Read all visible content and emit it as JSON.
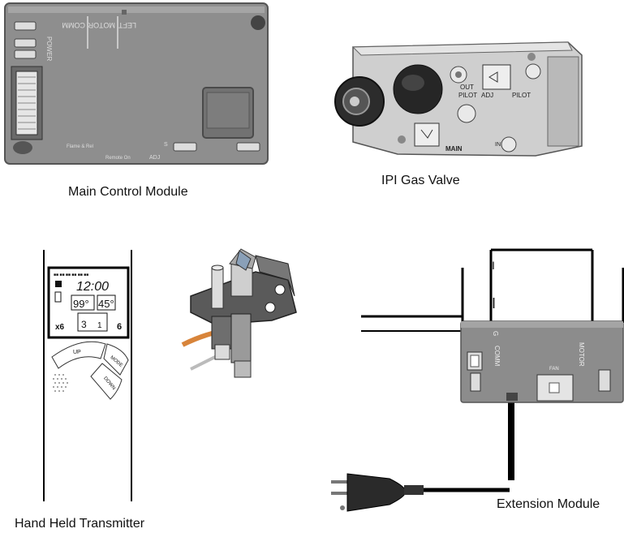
{
  "captions": {
    "main_control_module": "Main Control Module",
    "ipi_gas_valve": "IPI Gas Valve",
    "hand_held_transmitter": "Hand Held Transmitter",
    "extension_module": "Extension Module"
  },
  "module_labels": {
    "comm": "COMM",
    "motor": "MOTOR",
    "left": "LEFT",
    "power": "POWER",
    "flame_rel": "Flame & Rel",
    "rev": "Remote On",
    "adj": "ADJ",
    "s": "S"
  },
  "valve_labels": {
    "out": "OUT",
    "pilot_left": "PILOT",
    "adj": "ADJ",
    "pilot_right": "PILOT",
    "main": "MAIN",
    "in": "IN"
  },
  "remote_labels": {
    "time": "12:00",
    "temp_set": "99°",
    "temp_room": "45°",
    "flame_level": "3",
    "fan_level": "1",
    "up": "UP",
    "mode": "MODE",
    "down": "DOWN",
    "x6": "x6",
    "s6": "6"
  },
  "extension_labels": {
    "g": "G",
    "comm": "COMM",
    "fan": "FAN",
    "motor": "MOTOR",
    "mark1": "I",
    "mark2": "I"
  },
  "colors": {
    "module_body": "#8c8c8c",
    "module_dark": "#5f5f5f",
    "valve_body": "#c9c9c9",
    "wire": "#000000"
  }
}
